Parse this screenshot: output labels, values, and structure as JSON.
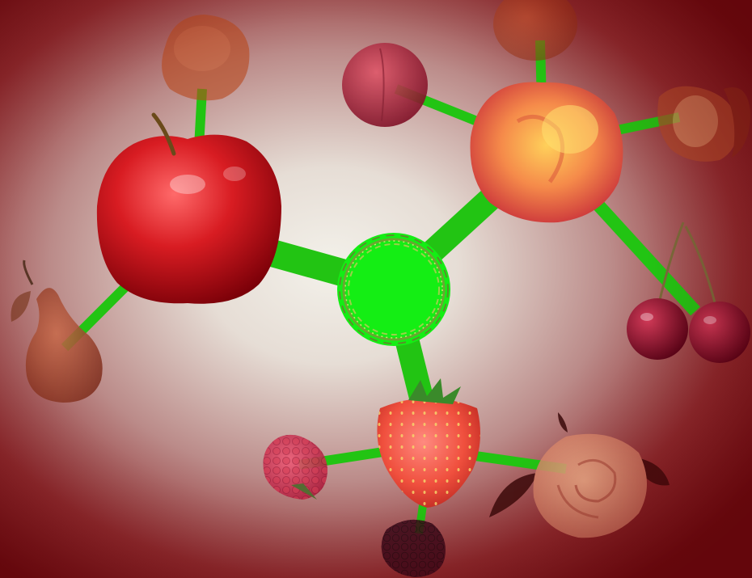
{
  "colors": {
    "background_center": "#f2efe8",
    "background_mid": "#c99a98",
    "background_edge": "#6e0a0e",
    "branch_green": "#22c413",
    "hub_green": "#14ee14",
    "helix_strand": "#7fbf3a"
  },
  "nodes": [
    {
      "id": "hub",
      "depicts": "dna-helix-ring"
    },
    {
      "id": "apple",
      "depicts": "apple"
    },
    {
      "id": "peach",
      "depicts": "peach"
    },
    {
      "id": "strawberry",
      "depicts": "strawberry"
    },
    {
      "id": "pear",
      "depicts": "pear"
    },
    {
      "id": "plum",
      "depicts": "plum"
    },
    {
      "id": "cherries",
      "depicts": "cherries"
    },
    {
      "id": "almond",
      "depicts": "almond"
    },
    {
      "id": "raspberry",
      "depicts": "raspberry"
    },
    {
      "id": "blackberry",
      "depicts": "blackberry"
    },
    {
      "id": "rose",
      "depicts": "rose"
    },
    {
      "id": "apricot",
      "depicts": "apricot"
    },
    {
      "id": "quince",
      "depicts": "quince"
    }
  ]
}
